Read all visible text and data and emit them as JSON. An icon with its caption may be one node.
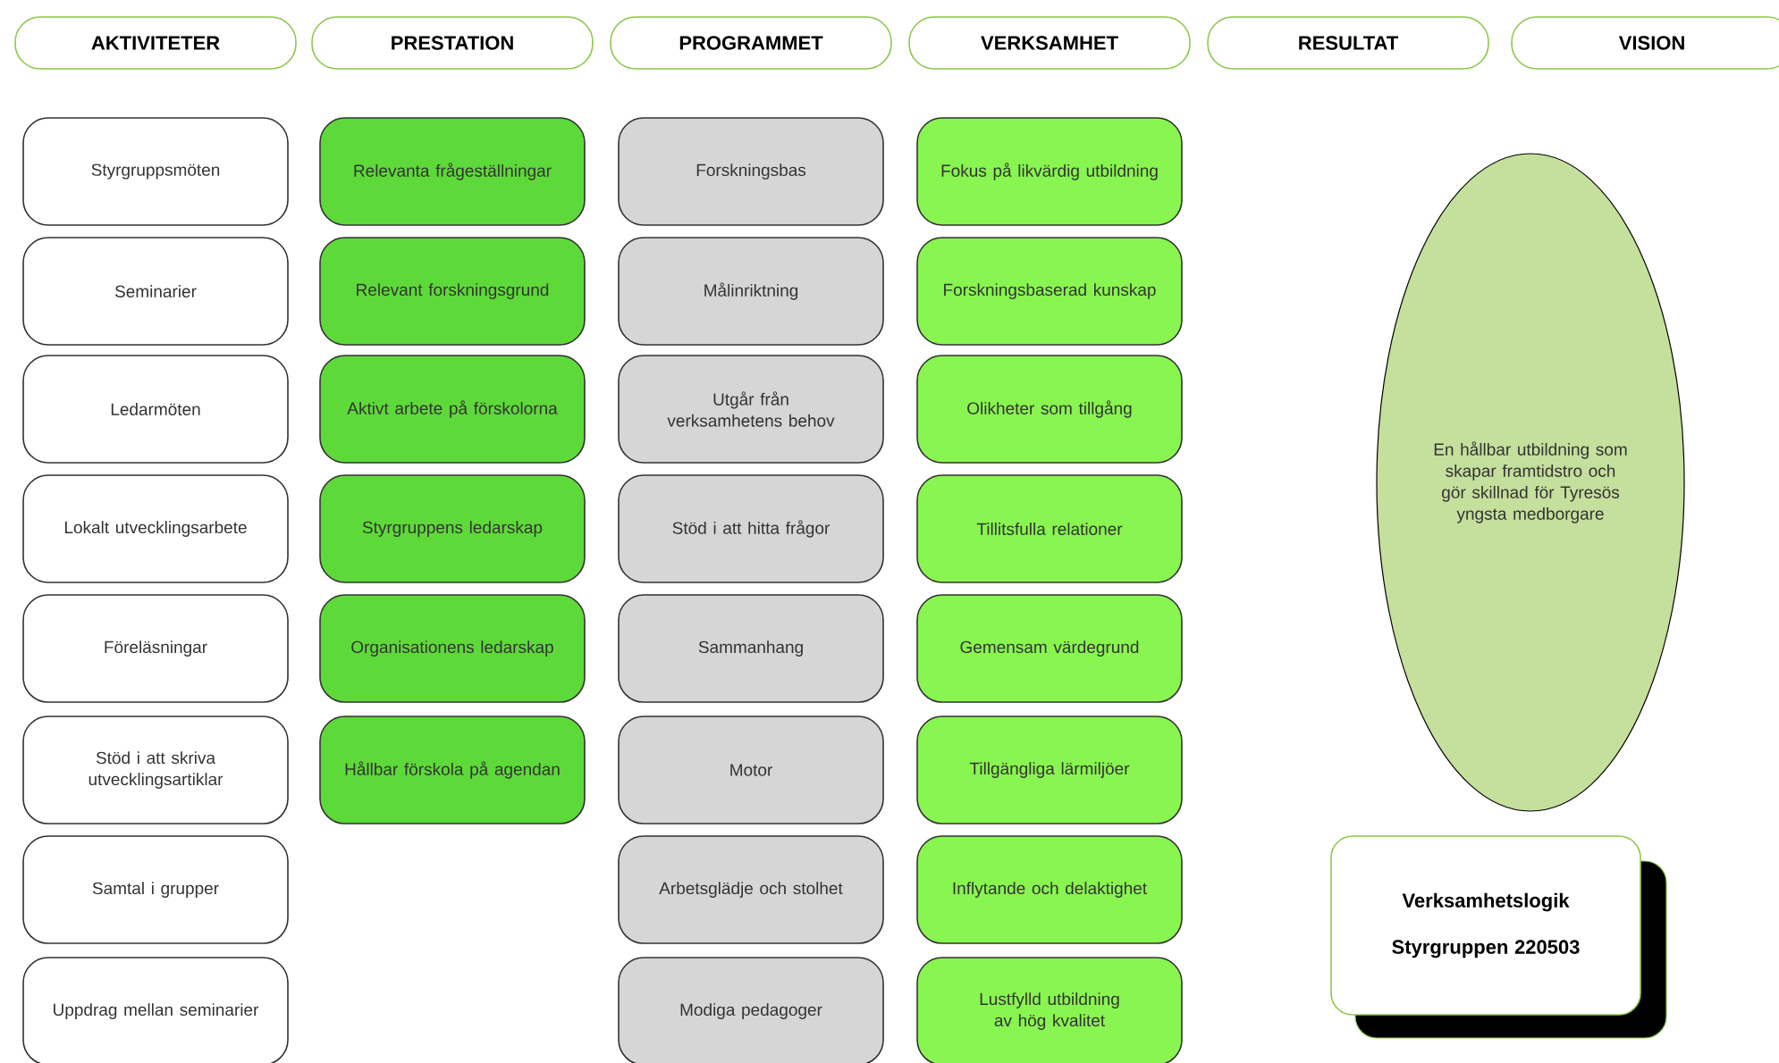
{
  "diagram": {
    "nodes": [
      {
        "text": [
          "AKTIVITETER"
        ]
      },
      {
        "text": [
          "PRESTATION"
        ]
      },
      {
        "text": [
          "PROGRAMMET"
        ]
      },
      {
        "text": [
          "VERKSAMHET"
        ]
      },
      {
        "text": [
          "RESULTAT"
        ]
      },
      {
        "text": [
          "VISION"
        ]
      },
      {
        "text": [
          "Styrgruppsmöten"
        ]
      },
      {
        "text": [
          "Seminarier"
        ]
      },
      {
        "text": [
          "Ledarmöten"
        ]
      },
      {
        "text": [
          "Lokalt utvecklingsarbete"
        ]
      },
      {
        "text": [
          "Föreläsningar"
        ]
      },
      {
        "text": [
          "Stöd i att skriva utvecklingsartiklar"
        ]
      },
      {
        "text": [
          "Samtal i grupper"
        ]
      },
      {
        "text": [
          "Uppdrag mellan seminarier"
        ]
      },
      {
        "text": [
          "Relevanta frågeställningar"
        ]
      },
      {
        "text": [
          "Relevant forskningsgrund"
        ]
      },
      {
        "text": [
          "Aktivt arbete på förskolorna"
        ]
      },
      {
        "text": [
          "Styrgruppens ledarskap"
        ]
      },
      {
        "text": [
          "Organisationens ledarskap"
        ]
      },
      {
        "text": [
          "Hållbar förskola på agendan"
        ]
      },
      {
        "text": [
          "Forskningsbas"
        ]
      },
      {
        "text": [
          "Målinriktning"
        ]
      },
      {
        "text": [
          "Utgår från verksamhetens behov"
        ]
      },
      {
        "text": [
          "Stöd i att hitta frågor"
        ]
      },
      {
        "text": [
          "Sammanhang"
        ]
      },
      {
        "text": [
          "Motor"
        ]
      },
      {
        "text": [
          "Arbetsglädje och stolhet"
        ]
      },
      {
        "text": [
          "Modiga pedagoger"
        ]
      },
      {
        "text": [
          "Fokus på likvärdig utbildning"
        ]
      },
      {
        "text": [
          "Forskningsbaserad kunskap"
        ]
      },
      {
        "text": [
          "Olikheter som tillgång"
        ]
      },
      {
        "text": [
          "Tillitsfulla relationer"
        ]
      },
      {
        "text": [
          "Gemensam värdegrund"
        ]
      },
      {
        "text": [
          "Tillgängliga lärmiljöer"
        ]
      },
      {
        "text": [
          "Inflytande och delaktighet"
        ]
      },
      {
        "text": [
          "Lustfylld utbildning av hög kvalitet"
        ]
      },
      {
        "text": [
          "En hållbar utbildning som skapar framtidstro och gör skillnad för Tyresös yngsta medborgare"
        ]
      },
      {
        "text": [
          "Verksamhetslogik",
          "Styrgruppen 220503"
        ]
      }
    ]
  }
}
